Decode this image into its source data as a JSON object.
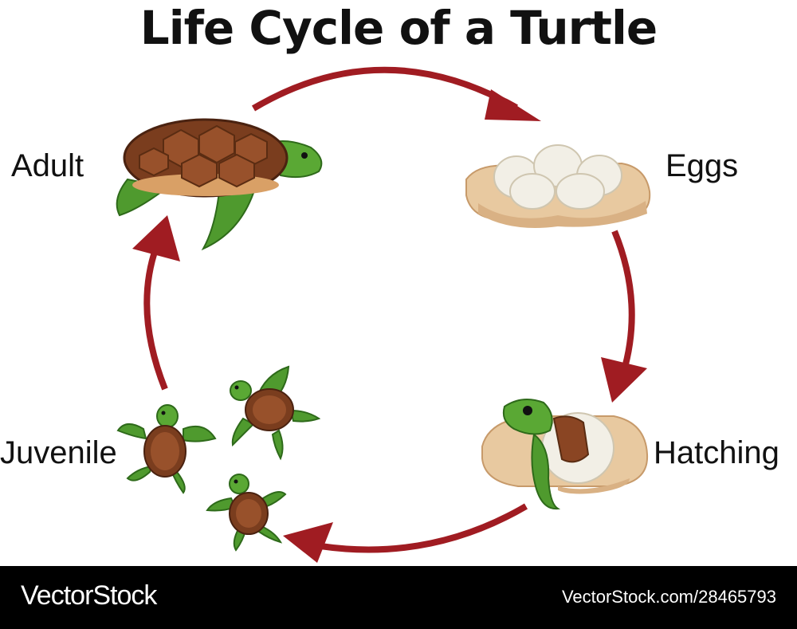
{
  "title": "Life Cycle of a Turtle",
  "stages": {
    "adult": "Adult",
    "eggs": "Eggs",
    "hatching": "Hatching",
    "juvenile": "Juvenile"
  },
  "footer": {
    "brand": "VectorStock",
    "url": "VectorStock.com/28465793"
  },
  "colors": {
    "arrow": "#a01c22",
    "shell": "#7a3d1e",
    "skin": "#4f9a2e",
    "sand": "#e8c9a0",
    "egg": "#f2efe6"
  }
}
